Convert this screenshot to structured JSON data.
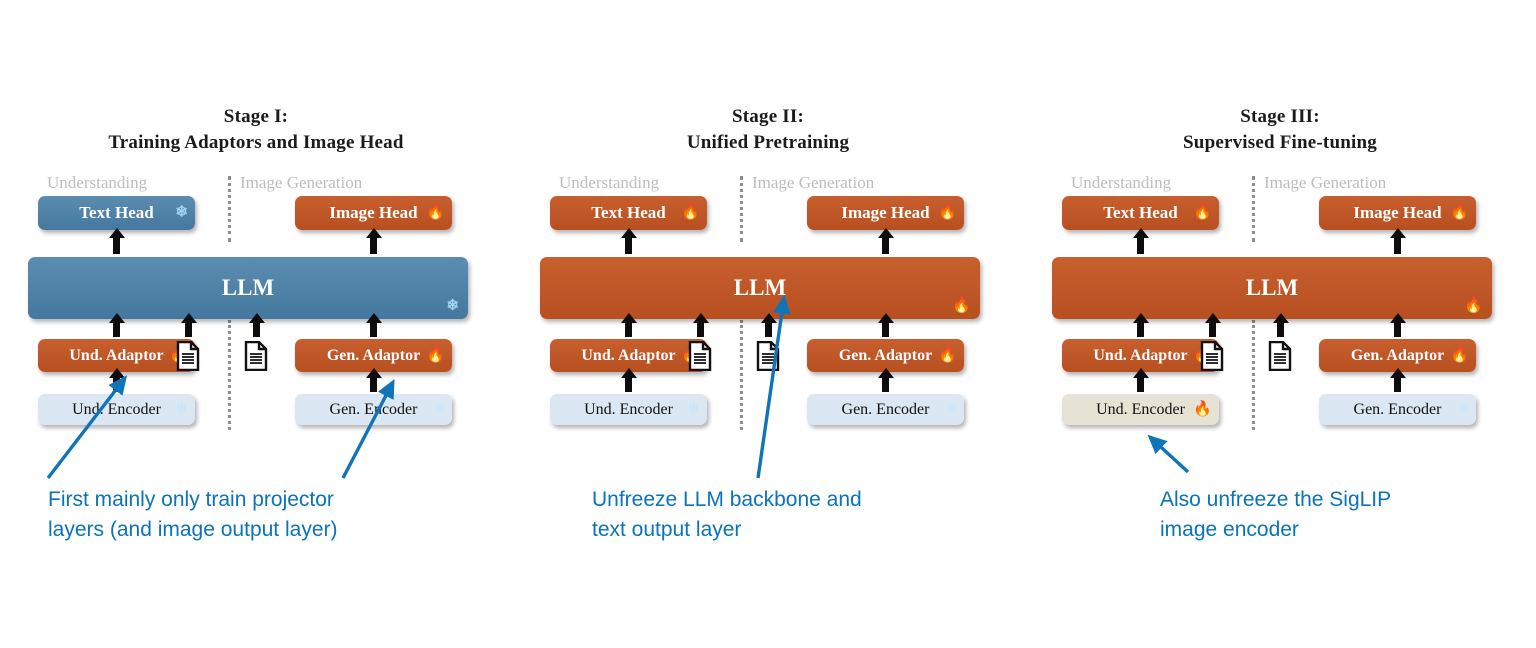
{
  "diagram": {
    "background": "#ffffff",
    "accent_blue": "#4a7fa5",
    "accent_orange": "#bf5626",
    "pale_blue": "#dbe8f4",
    "cream": "#e7e3d4",
    "annotation_blue": "#0b73b8",
    "column_labels": {
      "understanding": "Understanding",
      "image_generation": "Image Generation"
    },
    "icons": {
      "frozen": "❄",
      "trainable": "🔥",
      "document": "document-icon"
    }
  },
  "stages": [
    {
      "title_line1": "Stage I:",
      "title_line2": "Training Adaptors and Image Head",
      "text_head": {
        "label": "Text Head",
        "state": "frozen",
        "color": "blue"
      },
      "image_head": {
        "label": "Image Head",
        "state": "trainable",
        "color": "orange"
      },
      "llm": {
        "label": "LLM",
        "state": "frozen",
        "color": "blue"
      },
      "und_adaptor": {
        "label": "Und. Adaptor",
        "state": "trainable",
        "color": "orange"
      },
      "gen_adaptor": {
        "label": "Gen. Adaptor",
        "state": "trainable",
        "color": "orange"
      },
      "und_encoder": {
        "label": "Und. Encoder",
        "state": "frozen",
        "color": "paleblue"
      },
      "gen_encoder": {
        "label": "Gen. Encoder",
        "state": "frozen",
        "color": "paleblue"
      }
    },
    {
      "title_line1": "Stage II:",
      "title_line2": "Unified Pretraining",
      "text_head": {
        "label": "Text Head",
        "state": "trainable",
        "color": "orange"
      },
      "image_head": {
        "label": "Image Head",
        "state": "trainable",
        "color": "orange"
      },
      "llm": {
        "label": "LLM",
        "state": "trainable",
        "color": "orange"
      },
      "und_adaptor": {
        "label": "Und. Adaptor",
        "state": "trainable",
        "color": "orange"
      },
      "gen_adaptor": {
        "label": "Gen. Adaptor",
        "state": "trainable",
        "color": "orange"
      },
      "und_encoder": {
        "label": "Und. Encoder",
        "state": "frozen",
        "color": "paleblue"
      },
      "gen_encoder": {
        "label": "Gen. Encoder",
        "state": "frozen",
        "color": "paleblue"
      }
    },
    {
      "title_line1": "Stage III:",
      "title_line2": "Supervised Fine-tuning",
      "text_head": {
        "label": "Text Head",
        "state": "trainable",
        "color": "orange"
      },
      "image_head": {
        "label": "Image Head",
        "state": "trainable",
        "color": "orange"
      },
      "llm": {
        "label": "LLM",
        "state": "trainable",
        "color": "orange"
      },
      "und_adaptor": {
        "label": "Und. Adaptor",
        "state": "trainable",
        "color": "orange"
      },
      "gen_adaptor": {
        "label": "Gen. Adaptor",
        "state": "trainable",
        "color": "orange"
      },
      "und_encoder": {
        "label": "Und. Encoder",
        "state": "trainable",
        "color": "cream"
      },
      "gen_encoder": {
        "label": "Gen. Encoder",
        "state": "frozen",
        "color": "paleblue"
      }
    }
  ],
  "annotations": [
    {
      "text": "First mainly only train projector\nlayers (and image output layer)"
    },
    {
      "text": "Unfreeze LLM backbone and\ntext output layer"
    },
    {
      "text": "Also unfreeze the SigLIP\nimage encoder"
    }
  ]
}
